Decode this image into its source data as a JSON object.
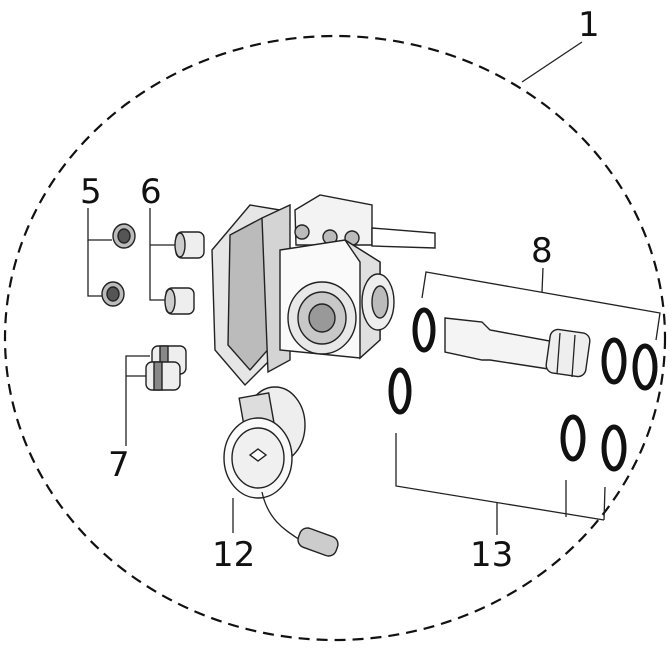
{
  "callouts": {
    "assembly": "1",
    "cap_5": "5",
    "nipple_6": "6",
    "nipple_7": "7",
    "spool_8": "8",
    "connector_12": "12",
    "orings_13": "13"
  },
  "colors": {
    "line": "#222222",
    "fill_light": "#f2f2f2",
    "fill_mid": "#d0d0d0",
    "fill_dark": "#9a9a9a"
  }
}
